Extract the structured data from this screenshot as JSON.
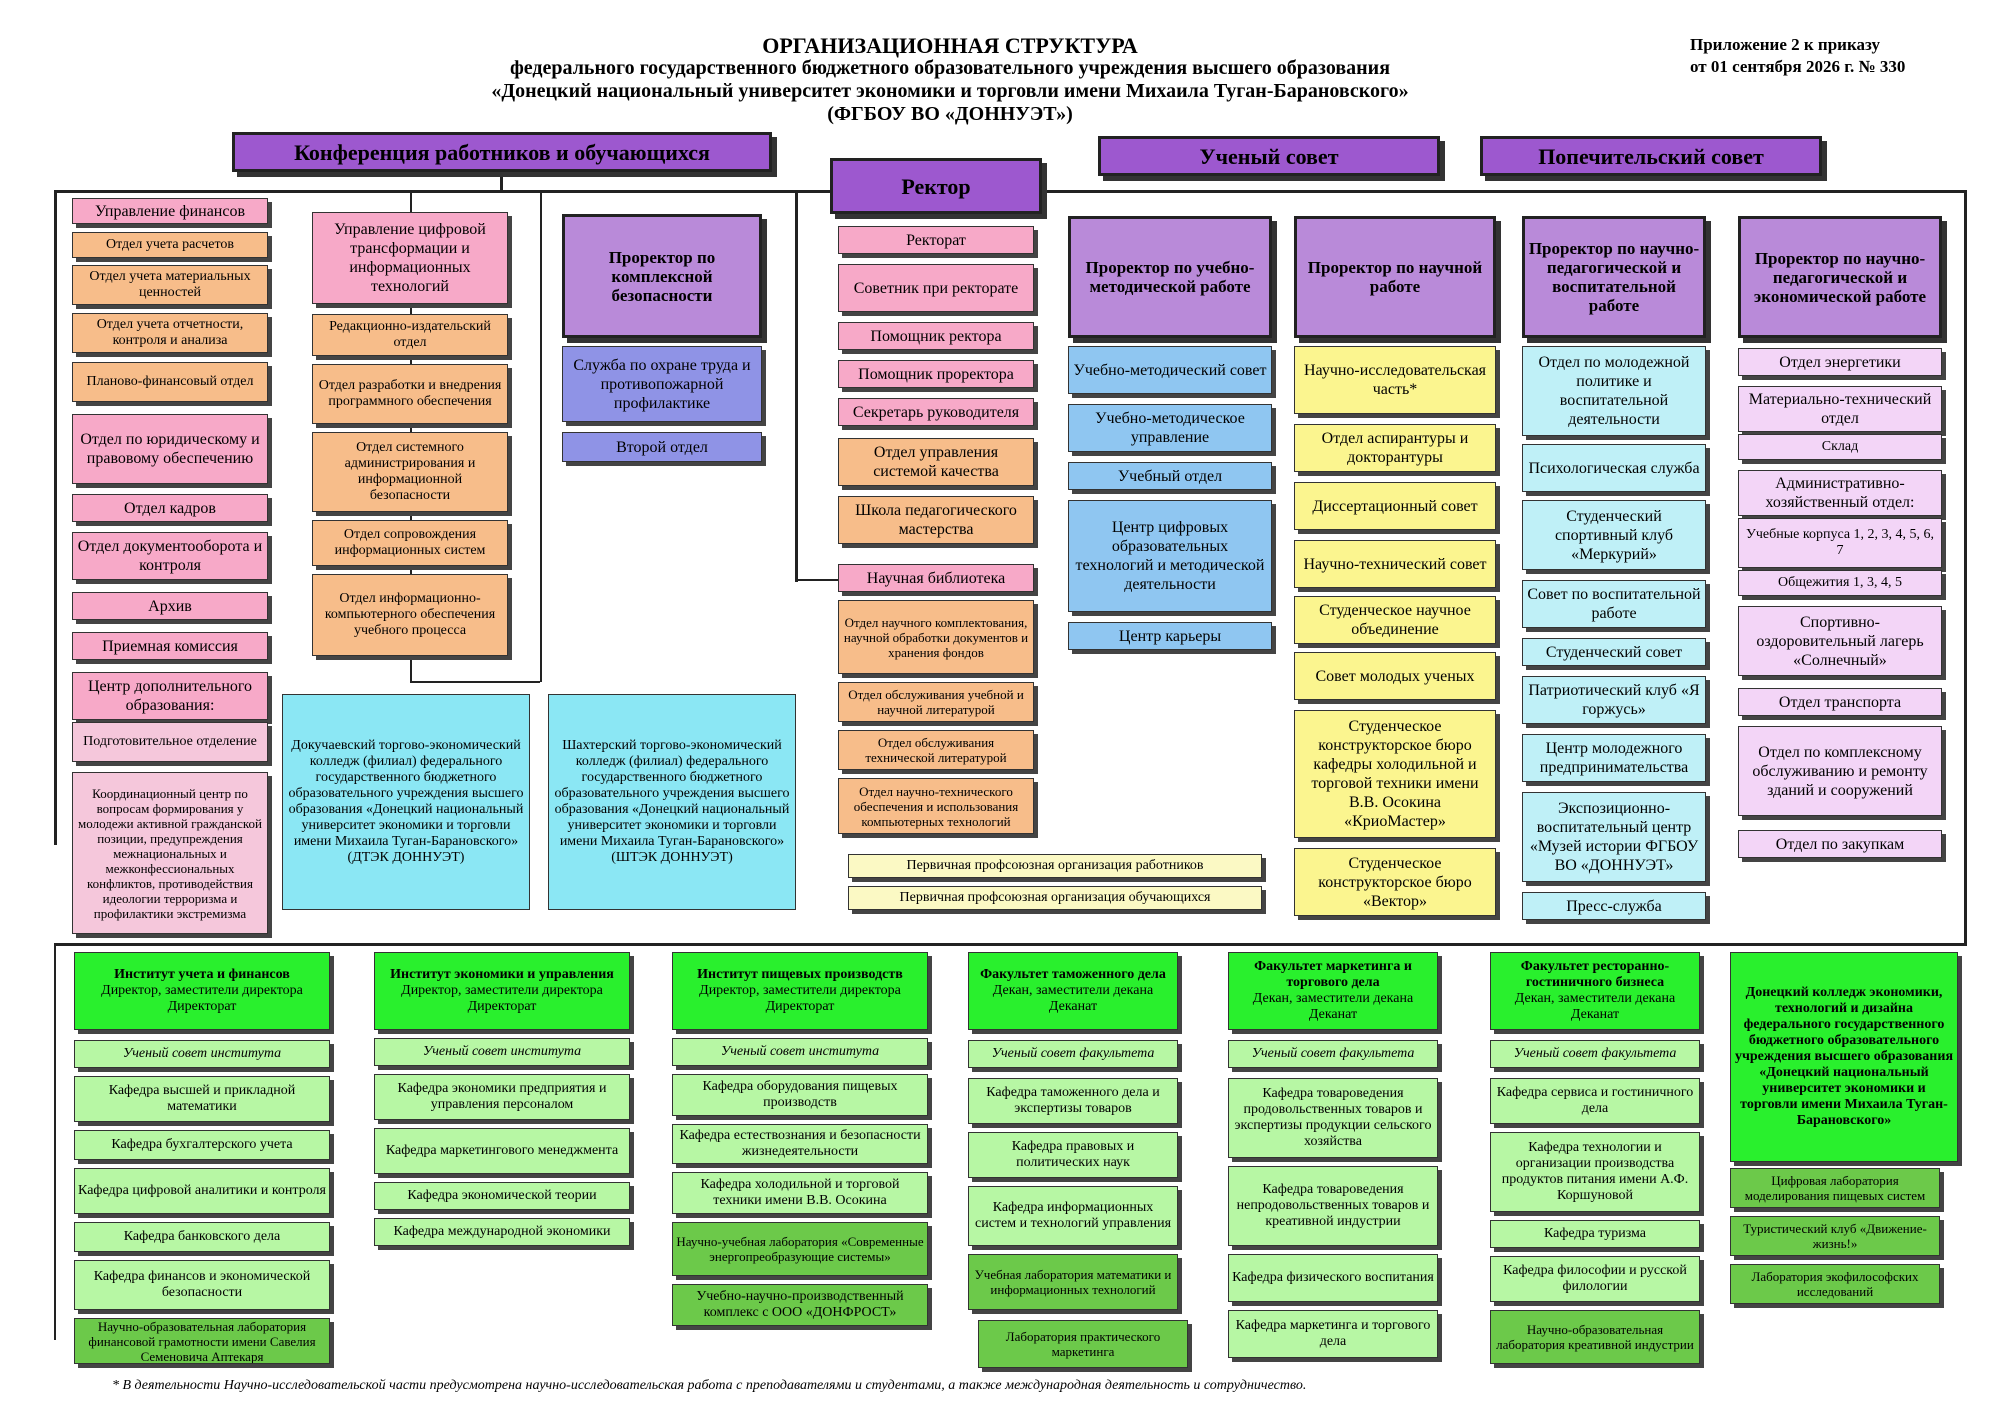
{
  "header": {
    "line1": "ОРГАНИЗАЦИОННАЯ СТРУКТУРА",
    "line2": "федерального государственного бюджетного образовательного учреждения высшего образования",
    "line3": "«Донецкий национальный университет экономики и торговли имени Михаила Туган-Барановского»",
    "line4": "(ФГБОУ ВО «ДОННУЭТ»)",
    "annex1": "Приложение 2 к приказу",
    "annex2": "от 01 сентября 2026 г. № 330"
  },
  "top": {
    "conference": "Конференция работников и обучающихся",
    "rector": "Ректор",
    "academic_council": "Ученый совет",
    "trustees": "Попечительский совет"
  },
  "col1": [
    "Управление финансов",
    "Отдел учета расчетов",
    "Отдел учета материальных ценностей",
    "Отдел учета отчетности, контроля и анализа",
    "Планово-финансовый отдел",
    "Отдел по юридическому и правовому обеспечению",
    "Отдел кадров",
    "Отдел документооборота и контроля",
    "Архив",
    "Приемная комиссия",
    "Центр дополнительного образования:",
    "Подготовительное отделение",
    "Координационный центр по вопросам формирования у молодежи активной гражданской позиции, предупреждения межнациональных и межконфессиональных конфликтов, противодействия идеологии терроризма и профилактики экстремизма"
  ],
  "col2": [
    "Управление цифровой трансформации и информационных технологий",
    "Редакционно-издательский отдел",
    "Отдел разработки и внедрения программного обеспечения",
    "Отдел системного администрирования и информационной безопасности",
    "Отдел сопровождения информационных систем",
    "Отдел информационно-компьютерного обеспечения учебного процесса"
  ],
  "col3": [
    "Проректор по комплексной безопасности",
    "Служба по охране труда и противопожарной профилактике",
    "Второй отдел"
  ],
  "colleges": [
    "Докучаевский торгово-экономический колледж (филиал) федерального государственного бюджетного образовательного учреждения высшего образования «Донецкий национальный университет экономики и торговли имени Михаила Туган-Барановского» (ДТЭК ДОННУЭТ)",
    "Шахтерский торгово-экономический колледж (филиал) федерального государственного бюджетного образовательного учреждения высшего образования «Донецкий национальный университет экономики и торговли имени Михаила Туган-Барановского» (ШТЭК ДОННУЭТ)"
  ],
  "col4": [
    "Ректорат",
    "Советник при ректорате",
    "Помощник ректора",
    "Помощник проректора",
    "Секретарь руководителя",
    "Отдел управления системой качества",
    "Школа педагогического мастерства",
    "Научная библиотека",
    "Отдел научного комплектования, научной обработки документов и хранения фондов",
    "Отдел обслуживания учебной и научной литературой",
    "Отдел обслуживания технической литературой",
    "Отдел научно-технического обеспечения и использования компьютерных технологий"
  ],
  "unions": [
    "Первичная профсоюзная организация работников",
    "Первичная профсоюзная организация обучающихся"
  ],
  "col5": [
    "Проректор по учебно-методической работе",
    "Учебно-методический совет",
    "Учебно-методическое управление",
    "Учебный отдел",
    "Центр цифровых образовательных технологий и методической деятельности",
    "Центр карьеры"
  ],
  "col6": [
    "Проректор по научной работе",
    "Научно-исследовательская часть*",
    "Отдел аспирантуры и докторантуры",
    "Диссертационный совет",
    "Научно-технический совет",
    "Студенческое научное объединение",
    "Совет молодых ученых",
    "Студенческое конструкторское бюро кафедры холодильной и торговой техники имени В.В. Осокина «КриоМастер»",
    "Студенческое конструкторское бюро «Вектор»"
  ],
  "col7": [
    "Проректор по научно-педагогической и воспитательной работе",
    "Отдел по молодежной политике и воспитательной деятельности",
    "Психологическая служба",
    "Студенческий спортивный клуб «Меркурий»",
    "Совет по воспитательной работе",
    "Студенческий совет",
    "Патриотический клуб «Я горжусь»",
    "Центр молодежного предпринимательства",
    "Экспозиционно-воспитательный центр «Музей истории ФГБОУ ВО «ДОННУЭТ»",
    "Пресс-служба"
  ],
  "col8": [
    "Проректор по научно-педагогической и экономической работе",
    "Отдел энергетики",
    "Материально-технический отдел",
    "Склад",
    "Административно-хозяйственный отдел:",
    "Учебные корпуса 1, 2, 3, 4, 5, 6, 7",
    "Общежития 1, 3, 4, 5",
    "Спортивно-оздоровительный лагерь «Солнечный»",
    "Отдел транспорта",
    "Отдел по комплексному обслуживанию и ремонту зданий и сооружений",
    "Отдел по закупкам"
  ],
  "units": [
    {
      "head_title": "Институт учета и финансов",
      "head_sub": "Директор, заместители директора",
      "head_sub2": "Директорат",
      "items": [
        "Ученый совет института",
        "Кафедра высшей и прикладной математики",
        "Кафедра бухгалтерского учета",
        "Кафедра цифровой аналитики и контроля",
        "Кафедра банковского дела",
        "Кафедра финансов и экономической безопасности"
      ],
      "labs": [
        "Научно-образовательная лаборатория финансовой грамотности имени Савелия Семеновича Аптекаря"
      ]
    },
    {
      "head_title": "Институт экономики и управления",
      "head_sub": "Директор, заместители директора",
      "head_sub2": "Директорат",
      "items": [
        "Ученый совет института",
        "Кафедра экономики предприятия и управления персоналом",
        "Кафедра маркетингового менеджмента",
        "Кафедра экономической теории",
        "Кафедра международной экономики"
      ],
      "labs": []
    },
    {
      "head_title": "Институт пищевых производств",
      "head_sub": "Директор, заместители директора",
      "head_sub2": "Директорат",
      "items": [
        "Ученый совет института",
        "Кафедра оборудования пищевых производств",
        "Кафедра естествознания и безопасности жизнедеятельности",
        "Кафедра холодильной и торговой техники имени В.В. Осокина"
      ],
      "labs": [
        "Научно-учебная лаборатория «Современные энергопреобразующие системы»",
        "Учебно-научно-производственный комплекс с ООО «ДОНФРОСТ»"
      ]
    },
    {
      "head_title": "Факультет таможенного дела",
      "head_sub": "Декан, заместители декана",
      "head_sub2": "Деканат",
      "items": [
        "Ученый совет факультета",
        "Кафедра таможенного дела и экспертизы товаров",
        "Кафедра правовых и политических наук",
        "Кафедра информационных систем и технологий управления"
      ],
      "labs": [
        "Учебная лаборатория математики и информационных технологий",
        "Лаборатория практического маркетинга"
      ]
    },
    {
      "head_title": "Факультет маркетинга и торгового дела",
      "head_sub": "Декан, заместители декана",
      "head_sub2": "Деканат",
      "items": [
        "Ученый совет факультета",
        "Кафедра товароведения продовольственных товаров и экспертизы продукции сельского хозяйства",
        "Кафедра товароведения непродовольственных товаров и креативной индустрии",
        "Кафедра физического воспитания",
        "Кафедра маркетинга и торгового дела"
      ],
      "labs": []
    },
    {
      "head_title": "Факультет ресторанно-гостиничного бизнеса",
      "head_sub": "Декан, заместители декана",
      "head_sub2": "Деканат",
      "items": [
        "Ученый совет факультета",
        "Кафедра сервиса и гостиничного дела",
        "Кафедра технологии и организации производства продуктов питания имени А.Ф. Коршуновой",
        "Кафедра туризма",
        "Кафедра философии и русской филологии"
      ],
      "labs": [
        "Научно-образовательная лаборатория креативной индустрии"
      ]
    },
    {
      "head_title": "Донецкий колледж экономики, технологий и дизайна федерального государственного бюджетного образовательного учреждения высшего образования «Донецкий национальный университет экономики и торговли имени Михаила Туган-Барановского»",
      "items": [],
      "labs": [
        "Цифровая лаборатория моделирования пищевых систем",
        "Туристический клуб «Движение-жизнь!»",
        "Лаборатория экофилософских исследований"
      ]
    }
  ],
  "footnote": "* В деятельности Научно-исследовательской части предусмотрена научно-исследовательская работа с преподавателями и студентами, а также международная деятельность и сотрудничество.",
  "colors": {
    "purple": "#9d58cf",
    "pink": "#f7a9c8",
    "orange": "#f7bd8a",
    "blue": "#8f93e6",
    "light_blue": "#8fc6f1",
    "cyan": "#bff0f7",
    "yellow": "#fbf58f",
    "green": "#29f02d",
    "light_green": "#b7f7a4",
    "mid_green": "#6cc94a"
  }
}
